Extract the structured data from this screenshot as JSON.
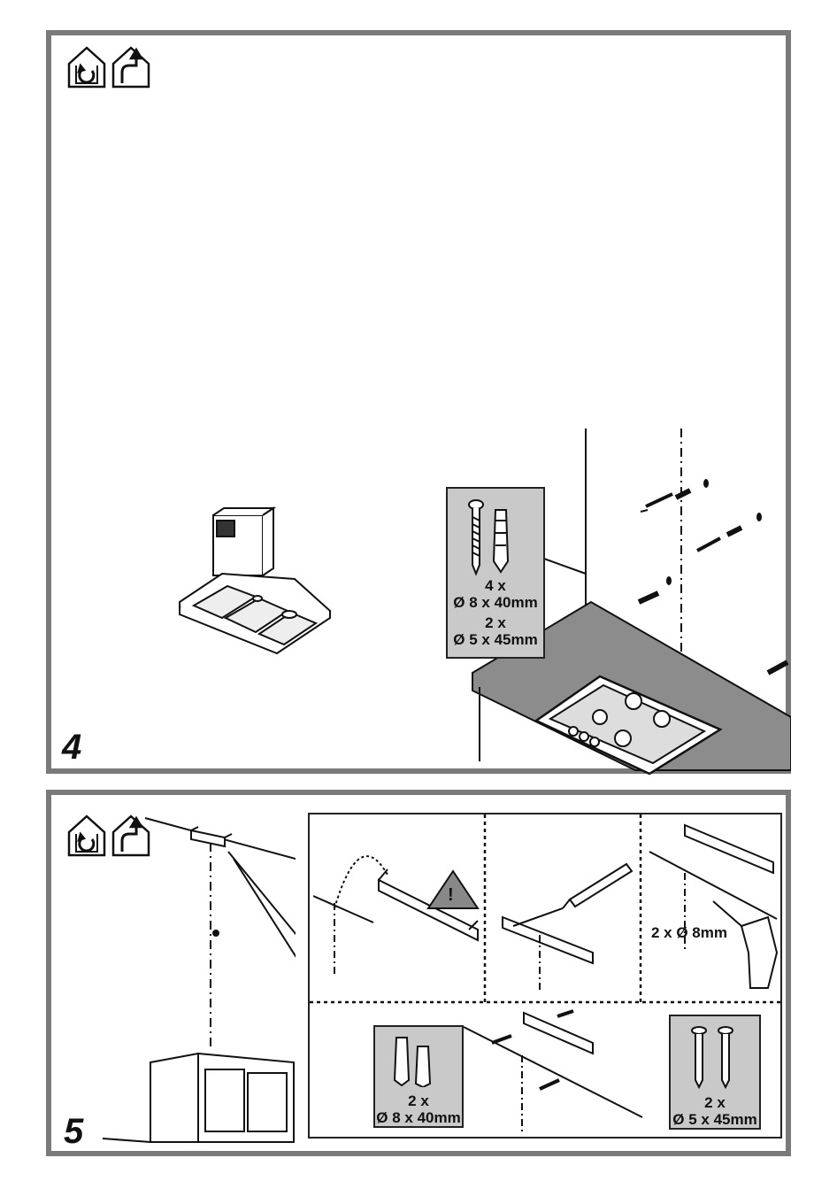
{
  "step4": {
    "number": "4",
    "icons": [
      "recirculation-house-icon",
      "ducted-exhaust-house-icon"
    ],
    "fixings": {
      "screw_qty": "4 x",
      "screw_size": "Ø 8 x 40mm",
      "plug_qty": "2 x",
      "plug_size": "Ø 5 x 45mm"
    }
  },
  "step5": {
    "number": "5",
    "icons": [
      "recirculation-house-icon",
      "ducted-exhaust-house-icon"
    ],
    "warning_symbol": "!",
    "drill_label": "2 x Ø 8mm",
    "plugs": {
      "qty": "2 x",
      "size": "Ø 8 x 40mm"
    },
    "screws": {
      "qty": "2 x",
      "size": "Ø 5 x 45mm"
    }
  }
}
